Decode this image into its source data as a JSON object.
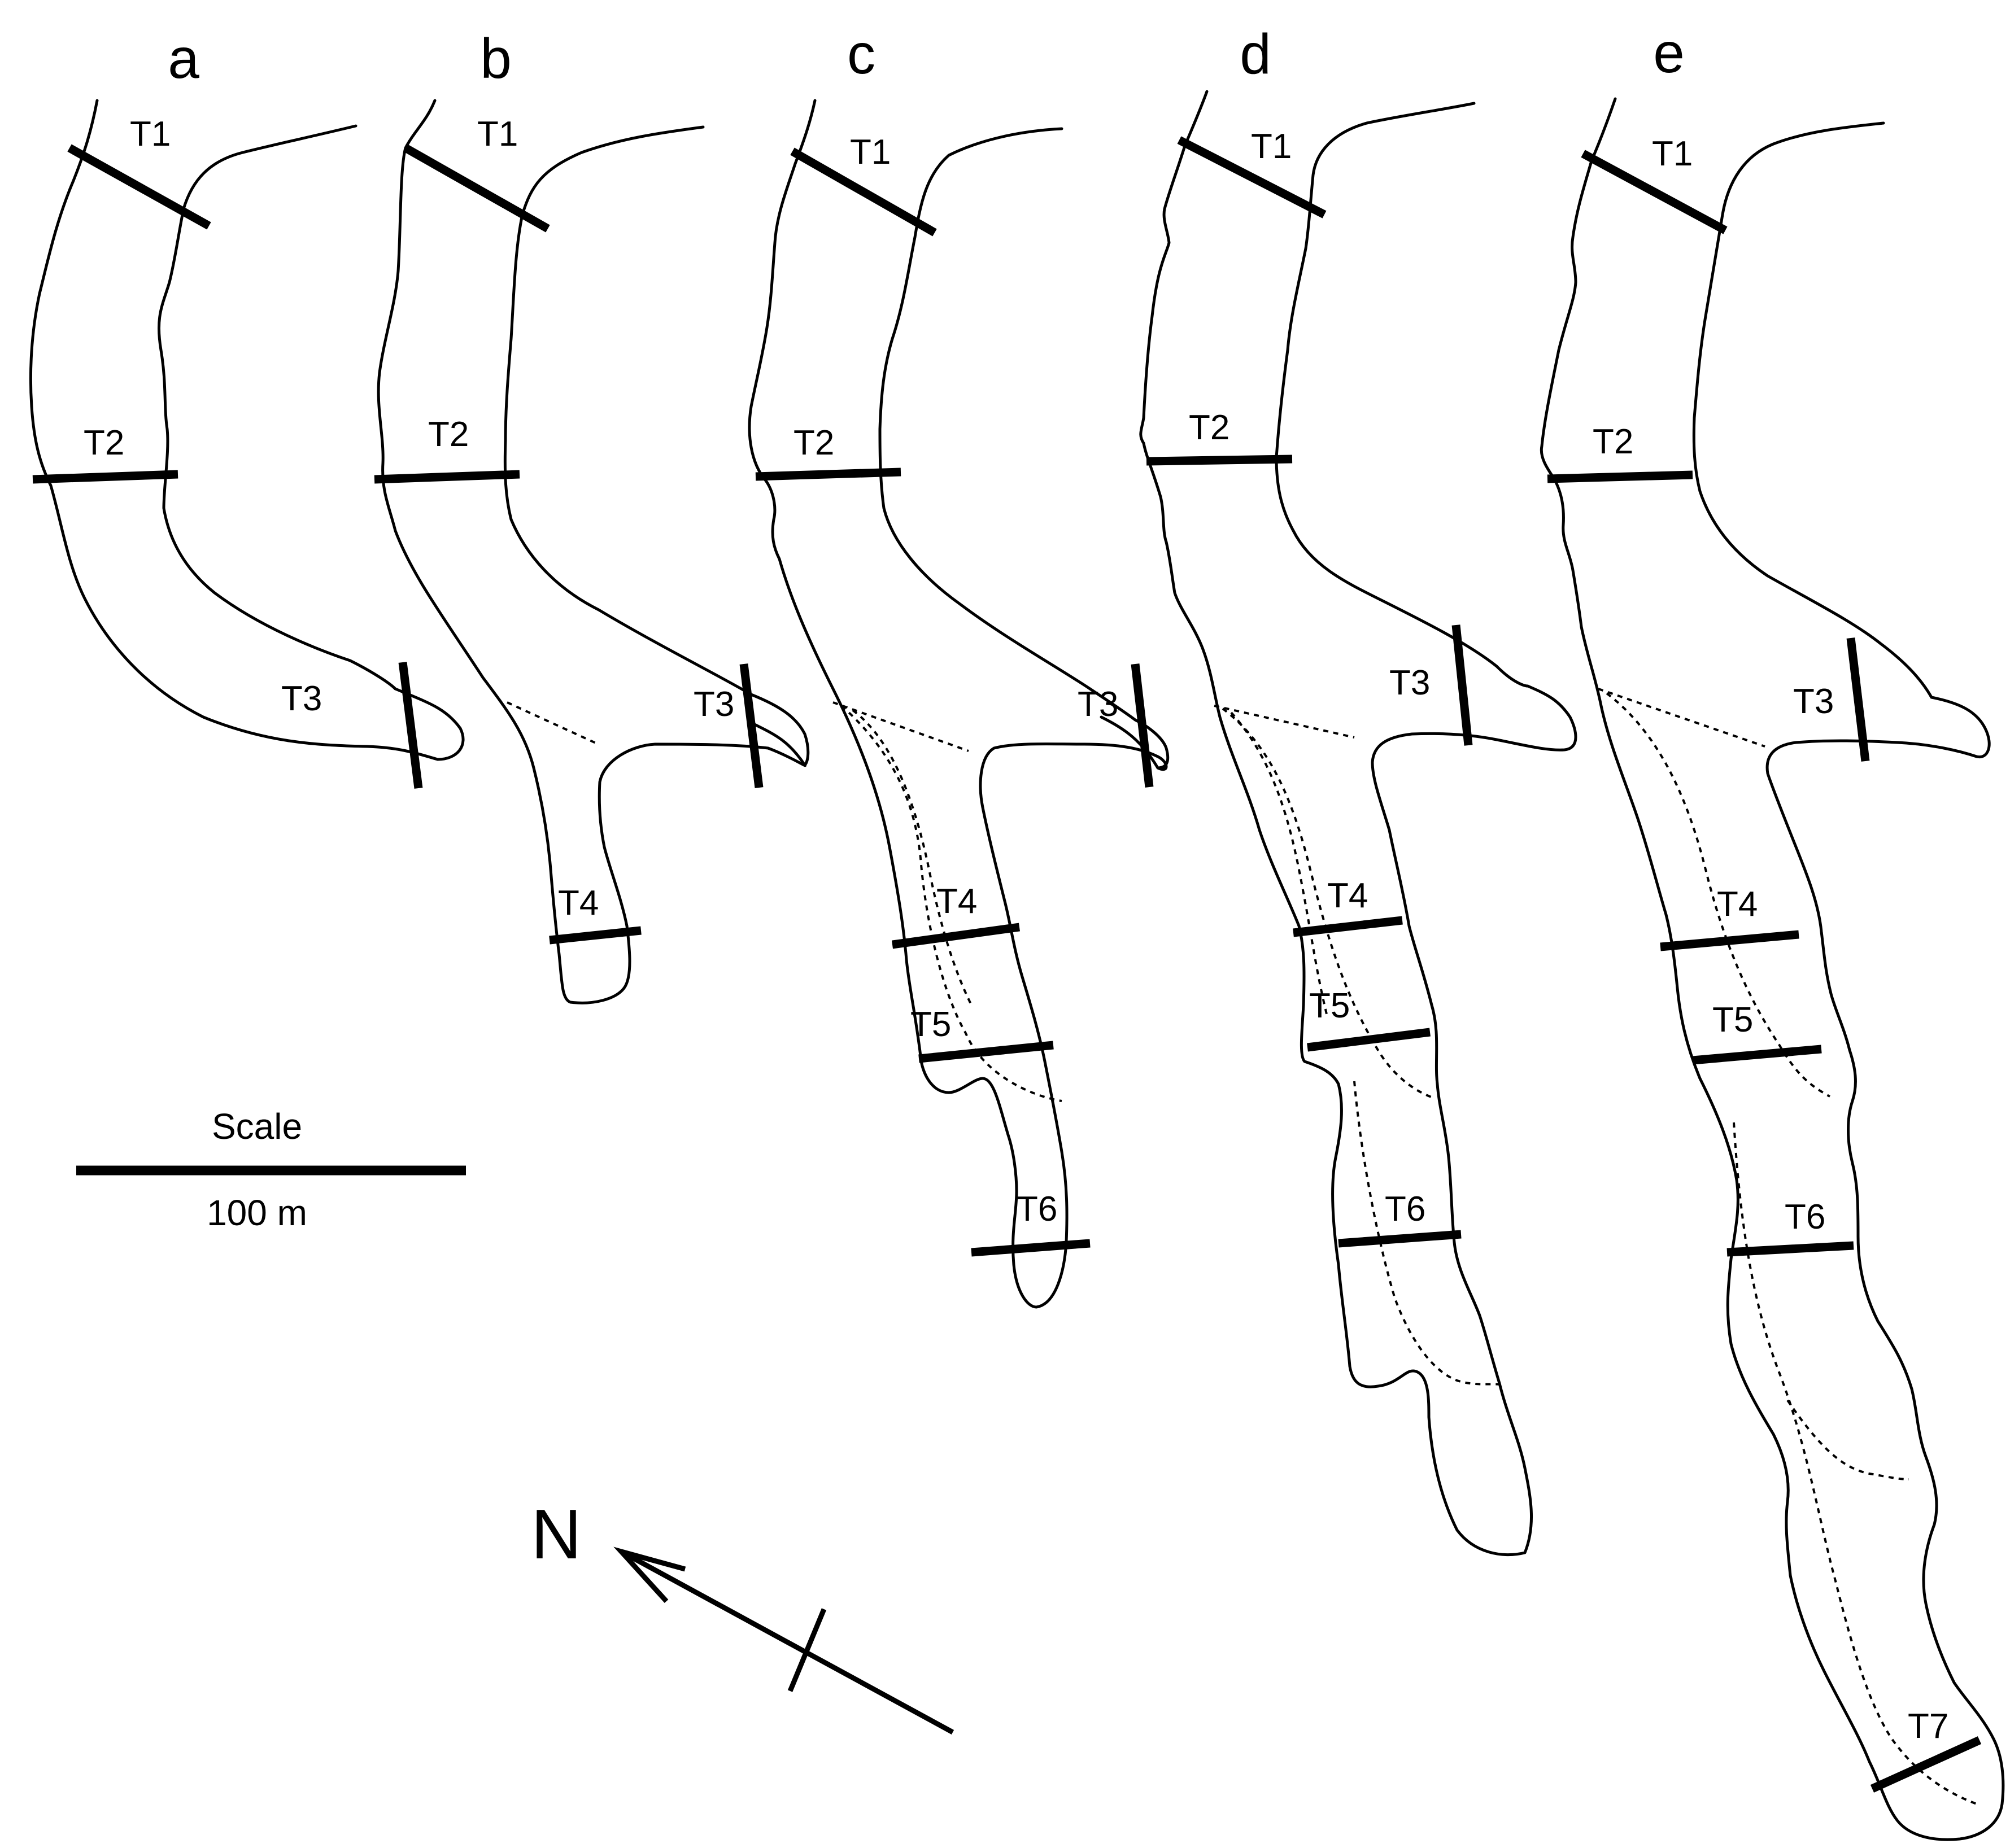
{
  "panels": [
    {
      "letter": "a",
      "transects": [
        "T1",
        "T2",
        "T3"
      ]
    },
    {
      "letter": "b",
      "transects": [
        "T1",
        "T2",
        "T3",
        "T4"
      ]
    },
    {
      "letter": "c",
      "transects": [
        "T1",
        "T2",
        "T3",
        "T4",
        "T5",
        "T6"
      ]
    },
    {
      "letter": "d",
      "transects": [
        "T1",
        "T2",
        "T3",
        "T4",
        "T5",
        "T6"
      ]
    },
    {
      "letter": "e",
      "transects": [
        "T1",
        "T2",
        "T3",
        "T4",
        "T5",
        "T6",
        "T7"
      ]
    }
  ],
  "scale": {
    "title": "Scale",
    "value": "100 m"
  },
  "north": {
    "label": "N"
  }
}
